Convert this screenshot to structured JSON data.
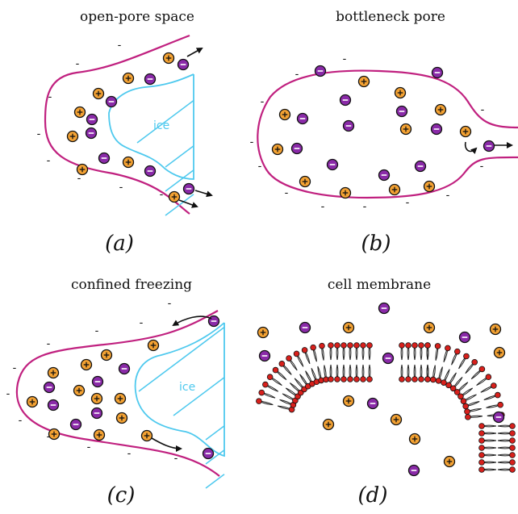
{
  "panels": [
    {
      "title": "open-pore space",
      "caption": "(a)",
      "ice_label": "ice"
    },
    {
      "title": "bottleneck pore",
      "caption": "(b)"
    },
    {
      "title": "confined freezing",
      "caption": "(c)",
      "ice_label": "ice"
    },
    {
      "title": "cell membrane",
      "caption": "(d)"
    }
  ],
  "symbols": {
    "surface_charge": "-",
    "cation": "+",
    "anion": "−"
  },
  "colors": {
    "wall": "#c0207f",
    "ice": "#4ec9ee",
    "cation": "#f4a233",
    "anion": "#8a2aa8",
    "head": "#d8201c",
    "tail": "#222222"
  }
}
